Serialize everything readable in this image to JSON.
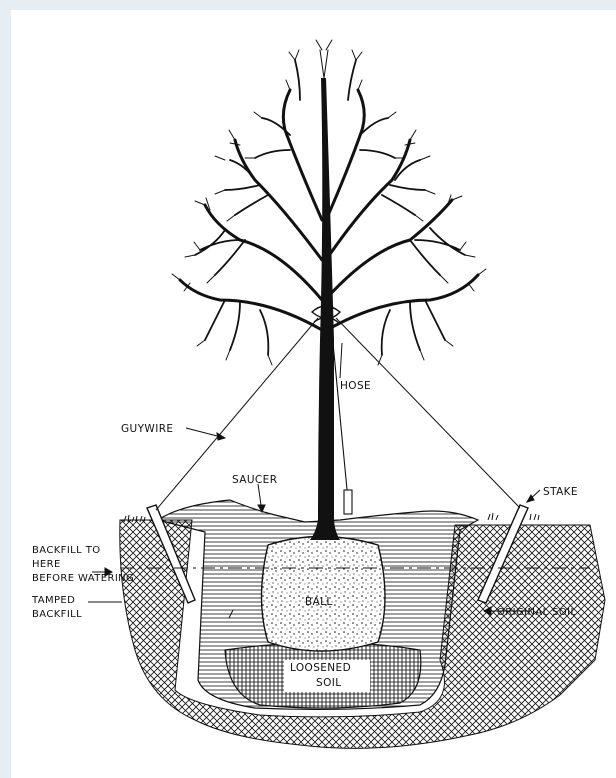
{
  "labels": {
    "hose": "HOSE",
    "guywire": "GUYWIRE",
    "saucer": "SAUCER",
    "stake": "STAKE",
    "backfill_line1": "BACKFILL TO",
    "backfill_line2": "HERE",
    "backfill_line3": "BEFORE WATERING",
    "tamped_line1": "TAMPED",
    "tamped_line2": "BACKFILL",
    "ball": "BALL",
    "original_soil": "ORIGINAL SOIL",
    "loosened_line1": "LOOSENED",
    "loosened_line2": "SOIL"
  },
  "colors": {
    "background": "#e6edf3",
    "paper": "#ffffff",
    "ink": "#111111"
  }
}
